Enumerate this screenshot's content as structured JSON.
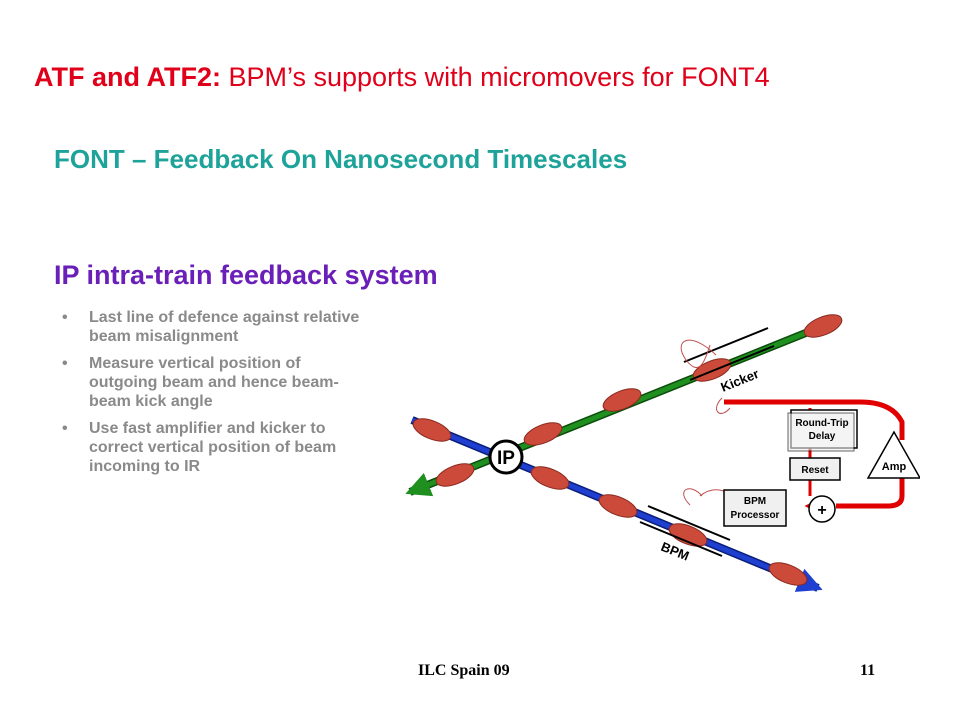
{
  "title": {
    "bold_part": "ATF and ATF2:",
    "rest": " BPM’s supports with micromovers for FONT4"
  },
  "subtitle": "FONT – Feedback On Nanosecond Timescales",
  "heading": "IP intra-train feedback system",
  "bullets": [
    "Last line of defence against relative beam misalignment",
    "Measure vertical position of outgoing beam and hence beam-beam kick angle",
    "Use fast amplifier and kicker to correct vertical position of beam incoming to IR"
  ],
  "diagram": {
    "ip": "IP",
    "kicker": "Kicker",
    "bpm": "BPM",
    "round_trip_line1": "Round-Trip",
    "round_trip_line2": "Delay",
    "reset": "Reset",
    "bpm_proc_line1": "BPM",
    "bpm_proc_line2": "Processor",
    "plus": "+",
    "amp": "Amp"
  },
  "footer": {
    "left": "ILC Spain 09",
    "right": "11"
  },
  "colors": {
    "title": "#e0001a",
    "subtitle": "#1ea39a",
    "heading": "#6a1fb8",
    "bullets": "#8a8a8a",
    "green_beam": "#1f8f1f",
    "blue_beam": "#1f3fd0",
    "bunch": "#cc4a3a",
    "feedback_path": "#e00000"
  }
}
